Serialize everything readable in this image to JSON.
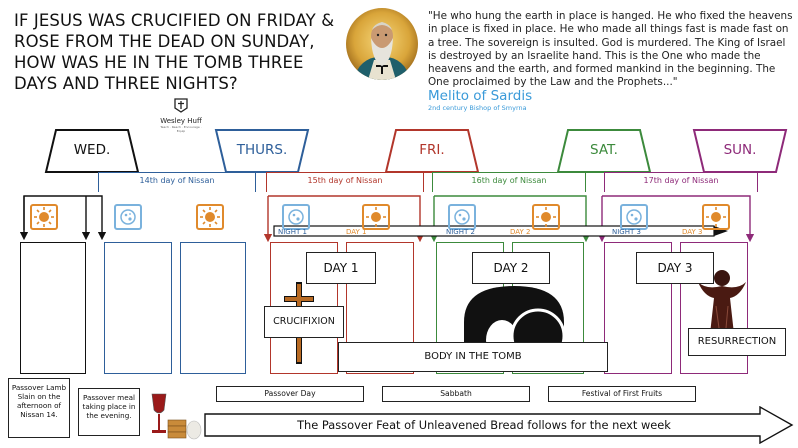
{
  "title": "IF JESUS WAS CRUCIFIED ON FRIDAY & ROSE FROM THE DEAD ON SUNDAY, HOW WAS HE IN THE TOMB THREE DAYS AND THREE NIGHTS?",
  "quote": "\"He who hung the earth in place is hanged. He who fixed the heavens in place is fixed in place. He who made all things fast is made fast on a tree. The sovereign is insulted. God is murdered. The King of Israel is destroyed by an Israelite hand. This is the One who made the heavens and the earth, and formed mankind in the beginning. The One proclaimed by the Law and the Prophets...\"",
  "author": "Melito of Sardis",
  "author_subtitle": "2nd century Bishop of Smyrna",
  "logo": {
    "name": "Wesley Huff",
    "tagline": "Teach · Reach · Encourage · Equip"
  },
  "days": [
    {
      "label": "WED.",
      "color": "#111111"
    },
    {
      "label": "THURS.",
      "color": "#2e5f9a"
    },
    {
      "label": "FRI.",
      "color": "#b2362b"
    },
    {
      "label": "SAT.",
      "color": "#3c8a3c"
    },
    {
      "label": "SUN.",
      "color": "#8e2a79"
    }
  ],
  "nissan": [
    {
      "label": "14th day of Nissan",
      "color": "#2e5f9a"
    },
    {
      "label": "15th day of Nissan",
      "color": "#b2362b"
    },
    {
      "label": "16th day of Nissan",
      "color": "#3c8a3c"
    },
    {
      "label": "17th day of Nissan",
      "color": "#8e2a79"
    }
  ],
  "timeline_labels": {
    "night1": "NIGHT 1",
    "day1": "DAY 1",
    "night2": "NIGHT 2",
    "day2": "DAY 2",
    "night3": "NIGHT 3",
    "day3": "DAY 3"
  },
  "boxes": {
    "day1": "DAY 1",
    "day2": "DAY 2",
    "day3": "DAY 3",
    "crucifixion": "CRUCIFIXION",
    "tomb": "BODY IN THE TOMB",
    "resurrection": "RESURRECTION"
  },
  "notes": {
    "passover_lamb": "Passover Lamb Slain on the afternoon of Nissan 14.",
    "passover_meal": "Passover meal taking place in the evening."
  },
  "bottom_labels": {
    "passover_day": "Passover Day",
    "sabbath": "Sabbath",
    "first_fruits": "Festival of First Fruits"
  },
  "arrow_text": "The Passover Feat of Unleavened Bread follows for the next week",
  "colors": {
    "wed": "#111111",
    "thurs": "#2e5f9a",
    "fri": "#b2362b",
    "sat": "#3c8a3c",
    "sun": "#8e2a79",
    "sun_icon": "#e08a2c",
    "moon_icon": "#7ab2dd",
    "author": "#3a9ad9"
  }
}
